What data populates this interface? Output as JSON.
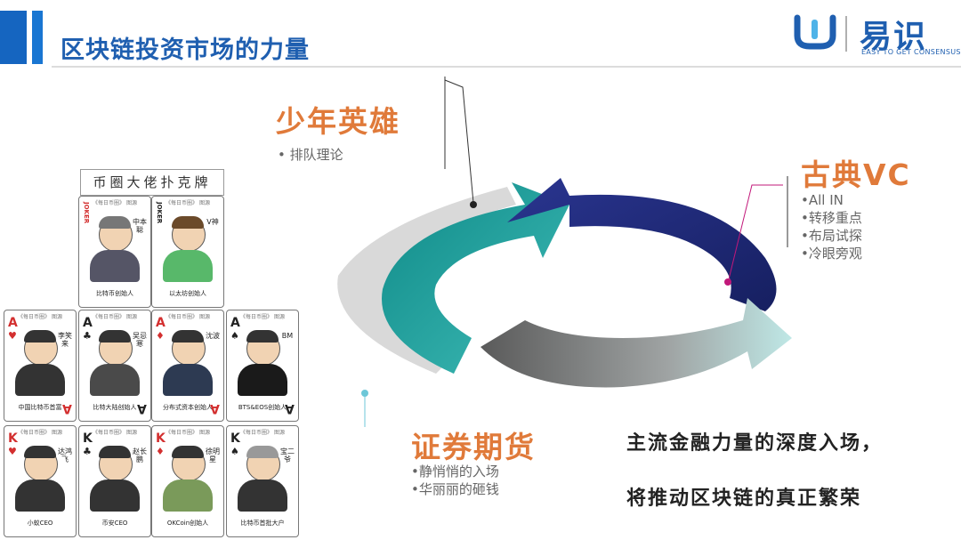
{
  "title": "区块链投资市场的力量",
  "logo": {
    "cn": "易识",
    "en": "EASY TO GET CONSENSUS"
  },
  "sections": {
    "youth": {
      "heading": "少年英雄",
      "items": [
        "• 排队理论"
      ]
    },
    "classic_vc": {
      "heading": "古典VC",
      "items": [
        "•All  IN",
        "•转移重点",
        "•布局试探",
        "•冷眼旁观"
      ]
    },
    "securities": {
      "heading": "证券期货",
      "items": [
        "•静悄悄的入场",
        "•华丽丽的砸钱"
      ]
    }
  },
  "statement": {
    "line1": "主流金融力量的深度入场，",
    "line2": "将推动区块链的真正繁荣"
  },
  "cards": {
    "header": "币圈大佬扑克牌",
    "caption": "《每日币圈》 图源",
    "jokers": [
      {
        "rank": "JOKER",
        "sig": "中本聪",
        "name": "比特币创始人"
      },
      {
        "rank": "JOKER",
        "sig": "V神",
        "name": "以太坊创始人"
      }
    ],
    "aces": [
      {
        "rank": "A",
        "suit": "♥",
        "sig": "李笑来",
        "name": "中国比特币首富"
      },
      {
        "rank": "A",
        "suit": "♣",
        "sig": "吴忌寒",
        "name": "比特大陆创始人"
      },
      {
        "rank": "A",
        "suit": "♦",
        "sig": "沈波",
        "name": "分布式资本创始人"
      },
      {
        "rank": "A",
        "suit": "♠",
        "sig": "BM",
        "name": "BTS&EOS创始人"
      }
    ],
    "kings": [
      {
        "rank": "K",
        "suit": "♥",
        "sig": "达鸿飞",
        "name": "小蚁CEO"
      },
      {
        "rank": "K",
        "suit": "♣",
        "sig": "赵长鹏",
        "name": "币安CEO"
      },
      {
        "rank": "K",
        "suit": "♦",
        "sig": "徐明星",
        "name": "OKCoin创始人"
      },
      {
        "rank": "K",
        "suit": "♠",
        "sig": "宝二爷",
        "name": "比特币首批大户"
      }
    ]
  },
  "colors": {
    "title": "#1f5fb0",
    "heading": "#e07a3a",
    "teal": "#17a2a0",
    "navy": "#1f2a7a",
    "gray": "#c8c8c8"
  }
}
